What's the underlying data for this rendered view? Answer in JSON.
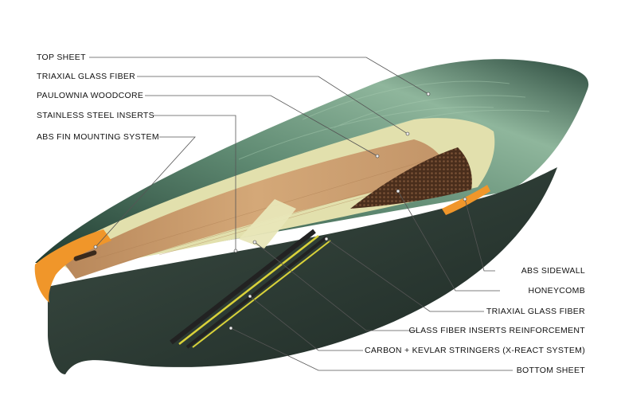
{
  "diagram": {
    "left_labels": [
      {
        "id": "top-sheet",
        "text": "TOP SHEET"
      },
      {
        "id": "triaxial-glass-fiber-top",
        "text": "TRIAXIAL GLASS FIBER"
      },
      {
        "id": "paulownia-woodcore",
        "text": "PAULOWNIA WOODCORE"
      },
      {
        "id": "stainless-steel-inserts",
        "text": "STAINLESS STEEL INSERTS"
      },
      {
        "id": "abs-fin-mounting-system",
        "text": "ABS FIN MOUNTING SYSTEM"
      }
    ],
    "right_labels": [
      {
        "id": "abs-sidewall",
        "text": "ABS SIDEWALL"
      },
      {
        "id": "honeycomb",
        "text": "HONEYCOMB"
      },
      {
        "id": "triaxial-glass-fiber-bottom",
        "text": "TRIAXIAL GLASS FIBER"
      },
      {
        "id": "glass-fiber-inserts-reinforcement",
        "text": "GLASS FIBER INSERTS REINFORCEMENT"
      },
      {
        "id": "carbon-kevlar-stringers",
        "text": "CARBON + KEVLAR STRINGERS (X-REACT SYSTEM)"
      },
      {
        "id": "bottom-sheet",
        "text": "BOTTOM SHEET"
      }
    ],
    "colors": {
      "top_sheet_dark": "#2f4a3f",
      "top_sheet_light": "#8fb69c",
      "glass_fiber": "#e2e0ad",
      "woodcore": "#c99c6c",
      "honeycomb": "#5a3a24",
      "abs_orange": "#f0962a",
      "carbon": "#222222",
      "kevlar_yellow": "#d9d23a",
      "bottom_sheet": "#2c3a33"
    }
  }
}
